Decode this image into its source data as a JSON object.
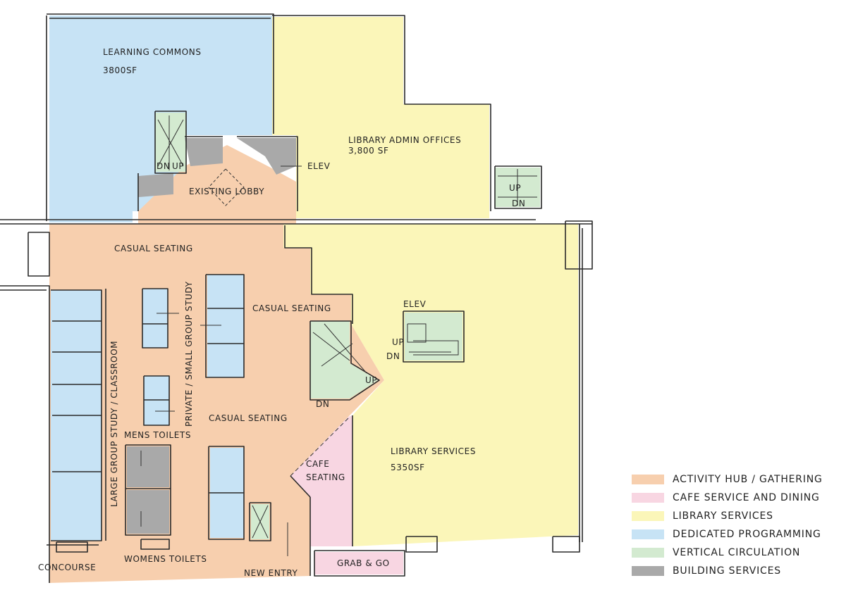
{
  "colors": {
    "activity": "#f7cfae",
    "cafe": "#f8d6e2",
    "library": "#fbf6b9",
    "programming": "#c7e3f5",
    "circulation": "#d3ead0",
    "services": "#a9a9a9"
  },
  "rooms": {
    "learning_commons": "LEARNING COMMONS",
    "learning_commons_area": "3800SF",
    "library_admin": "LIBRARY ADMIN OFFICES",
    "library_admin_area": "3,800 SF",
    "elev_top": "ELEV",
    "dn_left": "DN",
    "up_left": "UP",
    "existing_lobby": "EXISTING LOBBY",
    "up_right_stair": "UP",
    "dn_right_stair": "DN",
    "casual_seating_1": "CASUAL SEATING",
    "casual_seating_2": "CASUAL SEATING",
    "casual_seating_3": "CASUAL SEATING",
    "elev_center": "ELEV",
    "up_center": "UP",
    "dn_center": "DN",
    "up_ramp": "UP",
    "dn_ramp": "DN",
    "private_small_group": "PRIVATE / SMALL GROUP STUDY",
    "large_group": "LARGE GROUP STUDY / CLASSROOM",
    "mens_toilets": "MENS TOILETS",
    "womens_toilets": "WOMENS TOILETS",
    "library_services": "LIBRARY SERVICES",
    "library_services_area": "5350SF",
    "cafe_seating_1": "CAFE",
    "cafe_seating_2": "SEATING",
    "grab_go": "GRAB & GO",
    "concourse": "CONCOURSE",
    "new_entry": "NEW ENTRY"
  },
  "legend": [
    {
      "label": "ACTIVITY HUB / GATHERING",
      "color": "#f7cfae"
    },
    {
      "label": "CAFE SERVICE AND DINING",
      "color": "#f8d6e2"
    },
    {
      "label": "LIBRARY SERVICES",
      "color": "#fbf6b9"
    },
    {
      "label": "DEDICATED PROGRAMMING",
      "color": "#c7e3f5"
    },
    {
      "label": "VERTICAL CIRCULATION",
      "color": "#d3ead0"
    },
    {
      "label": "BUILDING SERVICES",
      "color": "#a9a9a9"
    }
  ]
}
